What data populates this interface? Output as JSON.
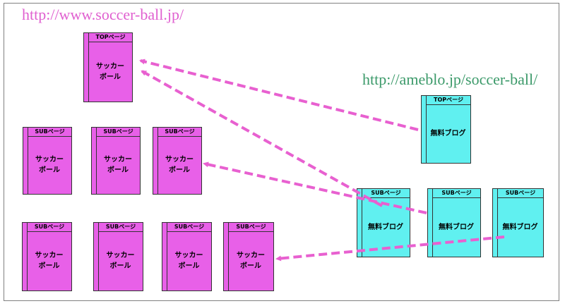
{
  "site_url": "http://www.soccer-ball.jp/",
  "blog_url": "http://ameblo.jp/soccer-ball/",
  "colors": {
    "site": "#e860e8",
    "blog": "#60f0f0",
    "arrow": "#e860d0",
    "site_url": "#e060d0",
    "blog_url": "#3c9a6a"
  },
  "site_pages": {
    "top": {
      "header": "TOPページ",
      "body": "サッカー\nボール"
    },
    "sub": [
      {
        "header": "SUBページ",
        "body": "サッカー\nボール"
      },
      {
        "header": "SUBページ",
        "body": "サッカー\nボール"
      },
      {
        "header": "SUBページ",
        "body": "サッカー\nボール"
      },
      {
        "header": "SUBページ",
        "body": "サッカー\nボール"
      },
      {
        "header": "SUBページ",
        "body": "サッカー\nボール"
      },
      {
        "header": "SUBページ",
        "body": "サッカー\nボール"
      },
      {
        "header": "SUBページ",
        "body": "サッカー\nボール"
      }
    ]
  },
  "blog_pages": {
    "top": {
      "header": "TOPページ",
      "body": "無料ブログ"
    },
    "sub": [
      {
        "header": "SUBページ",
        "body": "無料ブログ"
      },
      {
        "header": "SUBページ",
        "body": "無料ブログ"
      },
      {
        "header": "SUBページ",
        "body": "無料ブログ"
      }
    ]
  }
}
